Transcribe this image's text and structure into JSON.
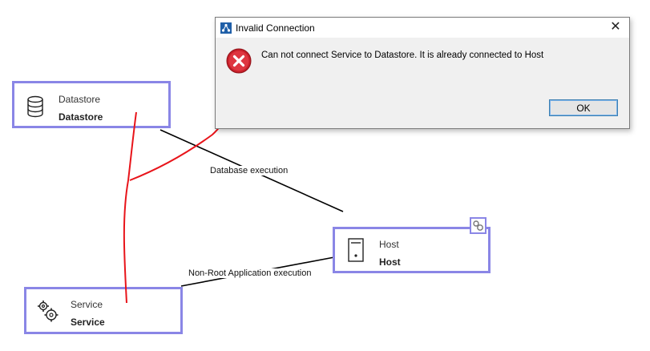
{
  "diagram": {
    "nodes": {
      "datastore": {
        "type_label": "Datastore",
        "name": "Datastore",
        "icon": "database-icon"
      },
      "host": {
        "type_label": "Host",
        "name": "Host",
        "icon": "server-icon",
        "badge_icon": "gears-badge-icon"
      },
      "service": {
        "type_label": "Service",
        "name": "Service",
        "icon": "gears-icon"
      }
    },
    "edges": {
      "datastore_host": {
        "label": "Database execution"
      },
      "service_host": {
        "label": "Non-Root Application execution"
      }
    },
    "annotation_color": "#e8141a",
    "node_border_color": "#8a86e6"
  },
  "dialog": {
    "title": "Invalid Connection",
    "title_icon": "app-network-icon",
    "close_icon": "close-icon",
    "error_icon": "error-icon",
    "message": "Can not connect Service to Datastore. It is already connected to Host",
    "ok_label": "OK"
  }
}
